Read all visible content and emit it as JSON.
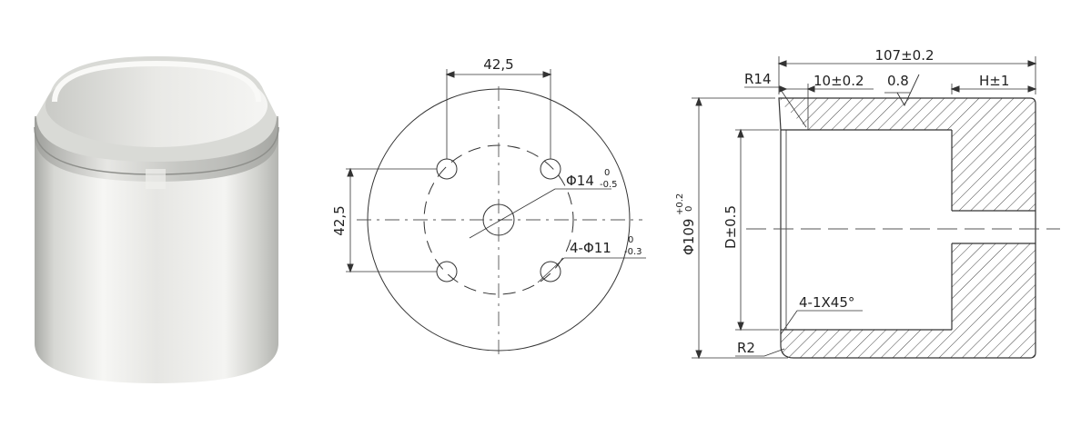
{
  "photo": {
    "subject": "Aluminium cylindrical bushing"
  },
  "front_view": {
    "dim_pitch_horizontal": "42,5",
    "dim_pitch_vertical": "42,5",
    "center_hole": {
      "prefix": "Φ14",
      "upper": "0",
      "lower": "-0.5"
    },
    "bolt_holes": {
      "prefix": "4-Φ11",
      "upper": "0",
      "lower": "-0.3"
    }
  },
  "section_view": {
    "dim_length": "107±0.2",
    "radius_top": "R14",
    "dim_lip": "10±0.2",
    "surface_finish": "0.8",
    "dim_height": "H±1",
    "dim_outer_diameter": {
      "prefix": "Φ109",
      "upper": "+0.2",
      "lower": "0"
    },
    "dim_inner_diameter": "D±0.5",
    "chamfer": "4-1X45°",
    "radius_bottom": "R2"
  },
  "colors": {
    "line": "#333333",
    "centerline": "#555555",
    "hatch": "#444444",
    "metal_light": "#f3f3f0",
    "metal_mid": "#cfd0cc",
    "metal_dark": "#a9aaa6"
  }
}
